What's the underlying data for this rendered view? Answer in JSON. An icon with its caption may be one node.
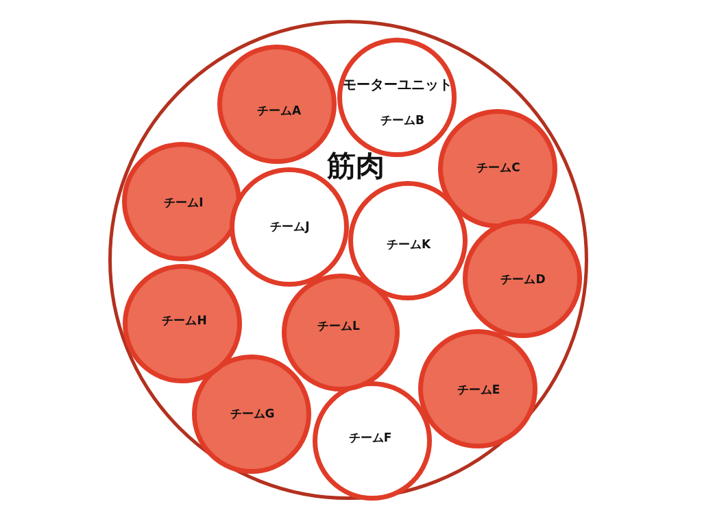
{
  "diagram": {
    "nodes": [
      {
        "text": [
          "筋肉"
        ]
      },
      {
        "text": [
          "チームA"
        ],
        "in": 0
      },
      {
        "text": [
          "モーターユニット",
          "チームB"
        ],
        "in": 0
      },
      {
        "text": [
          "チームC"
        ],
        "in": 0
      },
      {
        "text": [
          "チームD"
        ],
        "in": 0
      },
      {
        "text": [
          "チームE"
        ],
        "in": 0
      },
      {
        "text": [
          "チームF"
        ],
        "in": 0
      },
      {
        "text": [
          "チームG"
        ],
        "in": 0
      },
      {
        "text": [
          "チームH"
        ],
        "in": 0
      },
      {
        "text": [
          "チームI"
        ],
        "in": 0
      },
      {
        "text": [
          "チームJ"
        ],
        "in": 0
      },
      {
        "text": [
          "チームK"
        ],
        "in": 0
      },
      {
        "text": [
          "チームL"
        ],
        "in": 0
      }
    ]
  }
}
